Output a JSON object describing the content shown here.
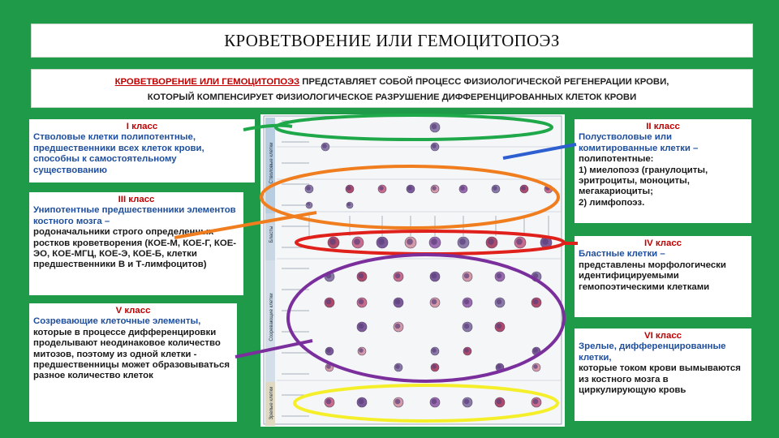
{
  "title": "КРОВЕТВОРЕНИЕ ИЛИ ГЕМОЦИТОПОЭЗ",
  "intro": {
    "highlight": "КРОВЕТВОРЕНИЕ ИЛИ ГЕМОЦИТОПОЭЗ",
    "line1_rest": " ПРЕДСТАВЛЯЕТ СОБОЙ ПРОЦЕСС ФИЗИОЛОГИЧЕСКОЙ РЕГЕНЕРАЦИИ КРОВИ,",
    "line2": "КОТОРЫЙ КОМПЕНСИРУЕТ ФИЗИОЛОГИЧЕСКОЕ РАЗРУШЕНИЕ ДИФФЕРЕНЦИРОВАННЫХ КЛЕТОК КРОВИ"
  },
  "classes": {
    "c1": {
      "title": "I класс",
      "text": "Стволовые клетки полипотентные, предшественники всех клеток крови, способны к самостоятельному существованию"
    },
    "c2": {
      "title": "II класс",
      "text_blue": "Полустволовые или комитированные клетки –",
      "text_dark": "полипотентные:\n1) миелопоэз (гранулоциты, эритроциты, моноциты, мегакариоциты;\n2) лимфопоэз."
    },
    "c3": {
      "title": "III класс",
      "text_blue": "Унипотентные предшественники элементов костного мозга –",
      "text_dark": "родоначальники строго определенных ростков кроветворения (КОЕ-М, КОЕ-Г, КОЕ-ЭО, КОЕ-МГЦ, КОЕ-Э, КОЕ-Б, клетки предшественники В и Т-лимфоцитов)"
    },
    "c4": {
      "title": "IV класс",
      "text_blue": "Бластные клетки –",
      "text_dark": "представлены морфологически идентифицируемыми гемопоэтическими клетками"
    },
    "c5": {
      "title": "V класс",
      "text_blue": "Созревающие клеточные элементы,",
      "text_dark": "которые в процессе дифференцировки проделывают неодинаковое количество митозов, поэтому из одной клетки - предшественницы может образовываться разное количество клеток"
    },
    "c6": {
      "title": "VI класс",
      "text_blue": "Зрелые, дифференцированные клетки,",
      "text_dark": "которые током крови вымываются из костного мозга в циркулирующую кровь"
    }
  },
  "diagram": {
    "side_labels": [
      "Стволовые клетки",
      "Бласты",
      "Созревающие клетки",
      "Зрелые клетки"
    ],
    "cell_colors": [
      "#8a7aa8",
      "#b04a6a",
      "#c96d8c",
      "#7b5a9a",
      "#d49aa8",
      "#9a6bb0"
    ]
  },
  "overlay_colors": {
    "green": "#1fa84a",
    "orange": "#f07d1e",
    "red": "#e0201a",
    "purple": "#7a2f9c",
    "yellow": "#f5ef2a",
    "blue": "#2e5fd0"
  }
}
